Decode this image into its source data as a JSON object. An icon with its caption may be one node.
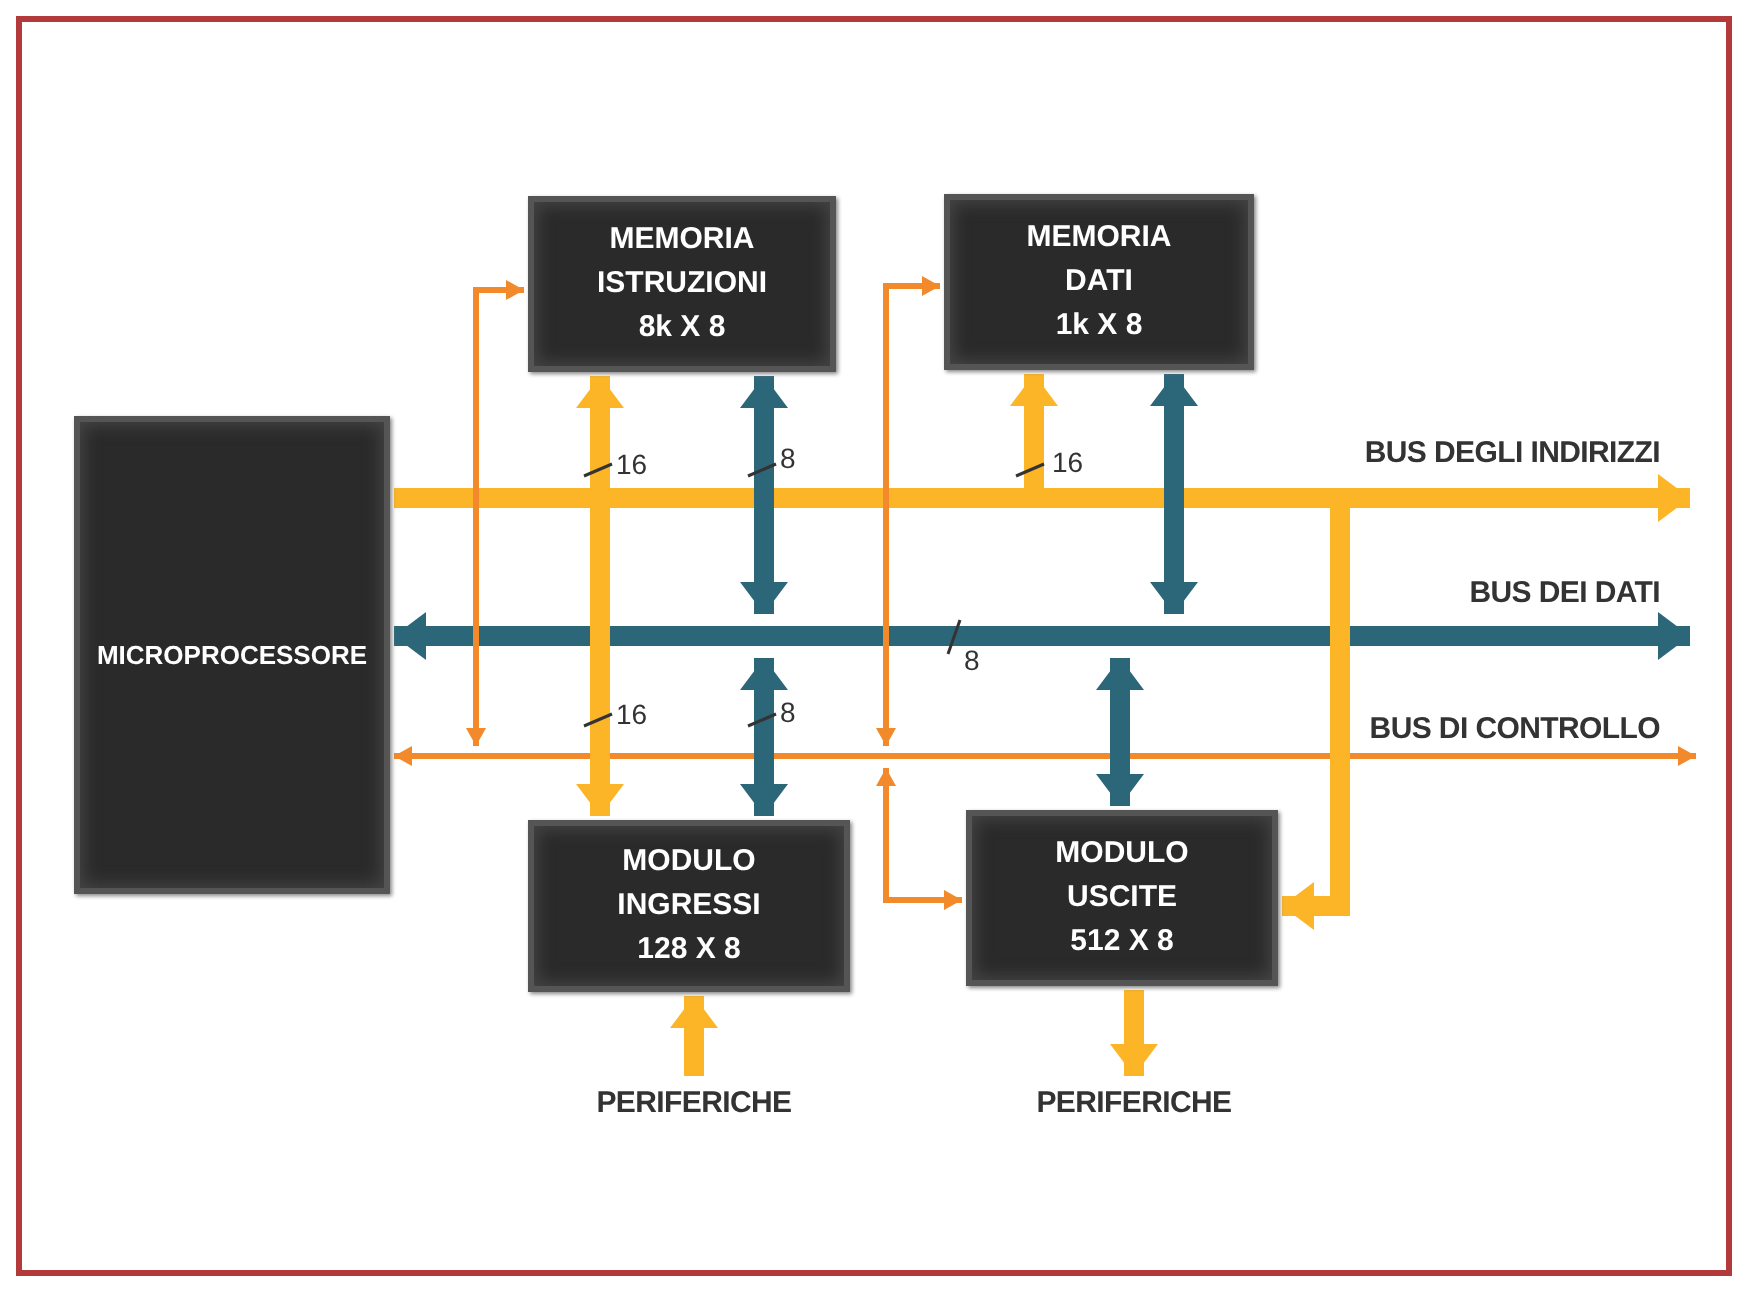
{
  "diagram": {
    "nodes": [
      {
        "text": [
          "MICROPROCESSORE"
        ]
      },
      {
        "text": [
          "MEMORIA ISTRUZIONI",
          "8k X 8"
        ]
      },
      {
        "text": [
          "MEMORIA DATI",
          "1k X 8"
        ]
      },
      {
        "text": [
          "MODULO INGRESSI",
          "128 X 8"
        ]
      },
      {
        "text": [
          "MODULO USCITE",
          "512 X 8"
        ]
      },
      {
        "text": [
          "PERIFERICHE"
        ]
      },
      {
        "text": [
          "PERIFERICHE"
        ]
      }
    ],
    "edges": [
      {
        "from": 0,
        "to": null,
        "arrow": "to",
        "label": "BUS DEGLI INDIRIZZI"
      },
      {
        "from": 0,
        "to": null,
        "arrow": "both",
        "label": "BUS DEI DATI",
        "color": "#2c6679"
      },
      {
        "from": 0,
        "to": null,
        "arrow": "both",
        "label": "BUS DI CONTROLLO",
        "color": "#f28a2c"
      },
      {
        "from": null,
        "to": 1,
        "arrow": "to",
        "label": "16"
      },
      {
        "from": null,
        "to": 3,
        "arrow": "to",
        "label": "16"
      },
      {
        "from": 1,
        "to": null,
        "arrow": "both",
        "label": "8",
        "color": "#2c6679"
      },
      {
        "from": null,
        "to": 3,
        "arrow": "both",
        "label": "8",
        "color": "#2c6679"
      },
      {
        "from": null,
        "to": 2,
        "arrow": "to",
        "label": "16"
      },
      {
        "from": 2,
        "to": null,
        "arrow": "both",
        "color": "#2c6679"
      },
      {
        "from": null,
        "to": 4,
        "arrow": "both",
        "color": "#2c6679"
      },
      {
        "from": null,
        "to": 4,
        "arrow": "to"
      },
      {
        "from": null,
        "to": 1,
        "arrow": "both",
        "color": "#f28a2c"
      },
      {
        "from": null,
        "to": 2,
        "arrow": "both",
        "color": "#f28a2c"
      },
      {
        "from": null,
        "to": 4,
        "arrow": "both",
        "color": "#f28a2c"
      },
      {
        "from": 5,
        "to": 3,
        "arrow": "to"
      },
      {
        "from": 4,
        "to": 6,
        "arrow": "to"
      }
    ],
    "labels": [
      "8"
    ]
  }
}
